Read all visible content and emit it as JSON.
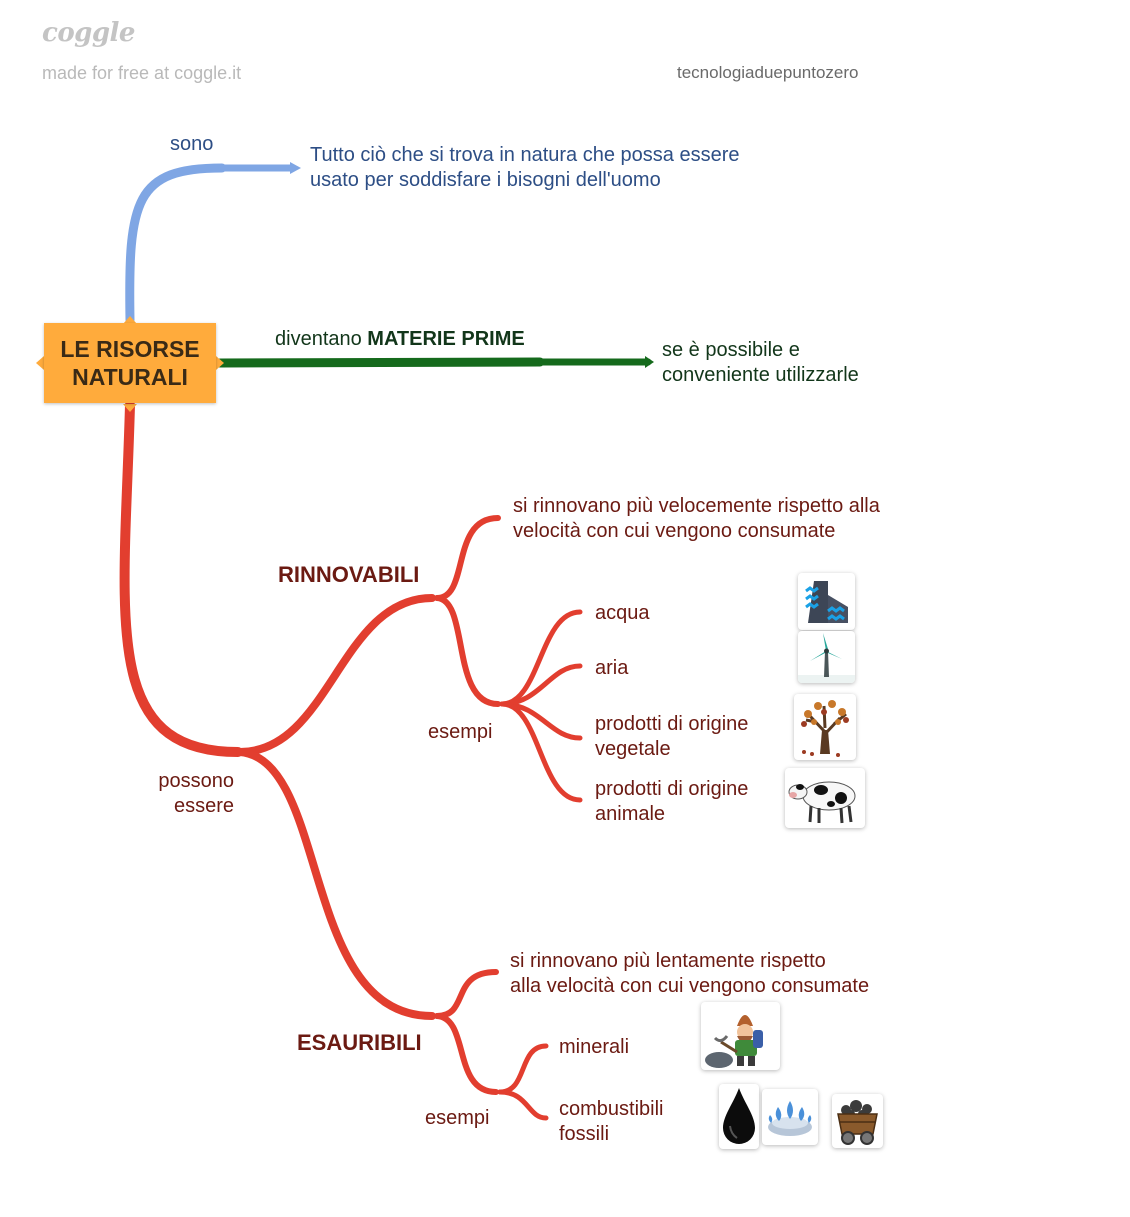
{
  "brand": {
    "logo": "coggle",
    "made_for_free": "made for free at coggle.it"
  },
  "author": "tecnologiaduepuntozero",
  "colors": {
    "root_fill": "#ffab3c",
    "blue_branch": "#7fa6e4",
    "green_branch": "#156a1c",
    "red_branch": "#e23e2f"
  },
  "root": {
    "line1": "LE RISORSE",
    "line2": "NATURALI"
  },
  "blue_branch": {
    "label": "sono",
    "text_line1": "Tutto ciò che si trova in natura che possa essere",
    "text_line2": "usato per soddisfare i bisogni dell'uomo"
  },
  "green_branch": {
    "label_prefix": "diventano ",
    "label_bold": "MATERIE PRIME",
    "text_line1": "se è possibile e",
    "text_line2": "conveniente utilizzarle"
  },
  "red_branch": {
    "label_line1": "possono",
    "label_line2": "essere",
    "renewable": {
      "title": "RINNOVABILI",
      "def_line1": "si rinnovano più velocemente rispetto alla",
      "def_line2": "velocità con cui vengono consumate",
      "examples_label": "esempi",
      "items": [
        {
          "line1": "acqua",
          "line2": "",
          "icon": "dam-icon"
        },
        {
          "line1": "aria",
          "line2": "",
          "icon": "wind-turbine-icon"
        },
        {
          "line1": "prodotti di origine",
          "line2": "vegetale",
          "icon": "tree-icon"
        },
        {
          "line1": "prodotti di origine",
          "line2": "animale",
          "icon": "cow-icon"
        }
      ]
    },
    "exhaustible": {
      "title": "ESAURIBILI",
      "def_line1": "si rinnovano più lentamente rispetto",
      "def_line2": "alla velocità con cui vengono consumate",
      "examples_label": "esempi",
      "items": [
        {
          "line1": "minerali",
          "line2": "",
          "icon": "miner-icon"
        },
        {
          "line1": "combustibili",
          "line2": "fossili",
          "icons": [
            "oil-drop-icon",
            "gas-flame-icon",
            "coal-cart-icon"
          ]
        }
      ]
    }
  }
}
